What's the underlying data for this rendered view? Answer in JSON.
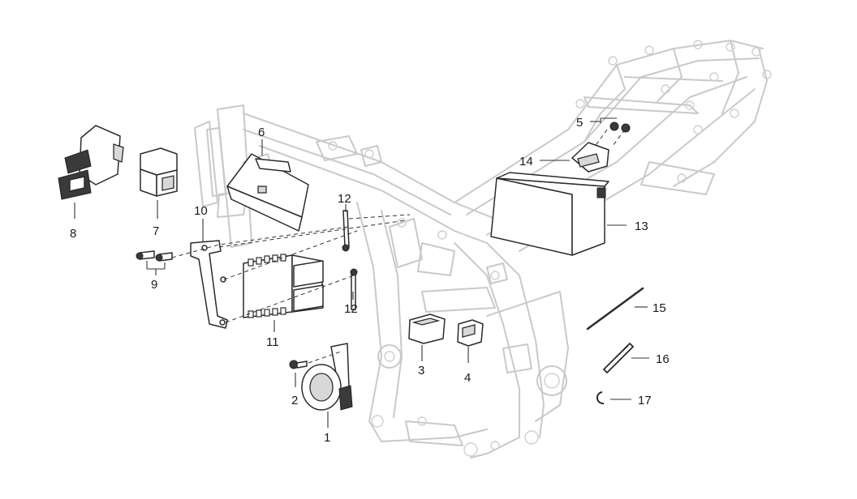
{
  "callouts": [
    {
      "id": "1",
      "label": "1"
    },
    {
      "id": "2",
      "label": "2"
    },
    {
      "id": "3",
      "label": "3"
    },
    {
      "id": "4",
      "label": "4"
    },
    {
      "id": "5",
      "label": "5"
    },
    {
      "id": "6",
      "label": "6"
    },
    {
      "id": "7",
      "label": "7"
    },
    {
      "id": "8",
      "label": "8"
    },
    {
      "id": "9",
      "label": "9"
    },
    {
      "id": "10",
      "label": "10"
    },
    {
      "id": "11",
      "label": "11"
    },
    {
      "id": "12a",
      "label": "12"
    },
    {
      "id": "12b",
      "label": "12"
    },
    {
      "id": "13",
      "label": "13"
    },
    {
      "id": "14",
      "label": "14"
    },
    {
      "id": "15",
      "label": "15"
    },
    {
      "id": "16",
      "label": "16"
    },
    {
      "id": "17",
      "label": "17"
    }
  ]
}
